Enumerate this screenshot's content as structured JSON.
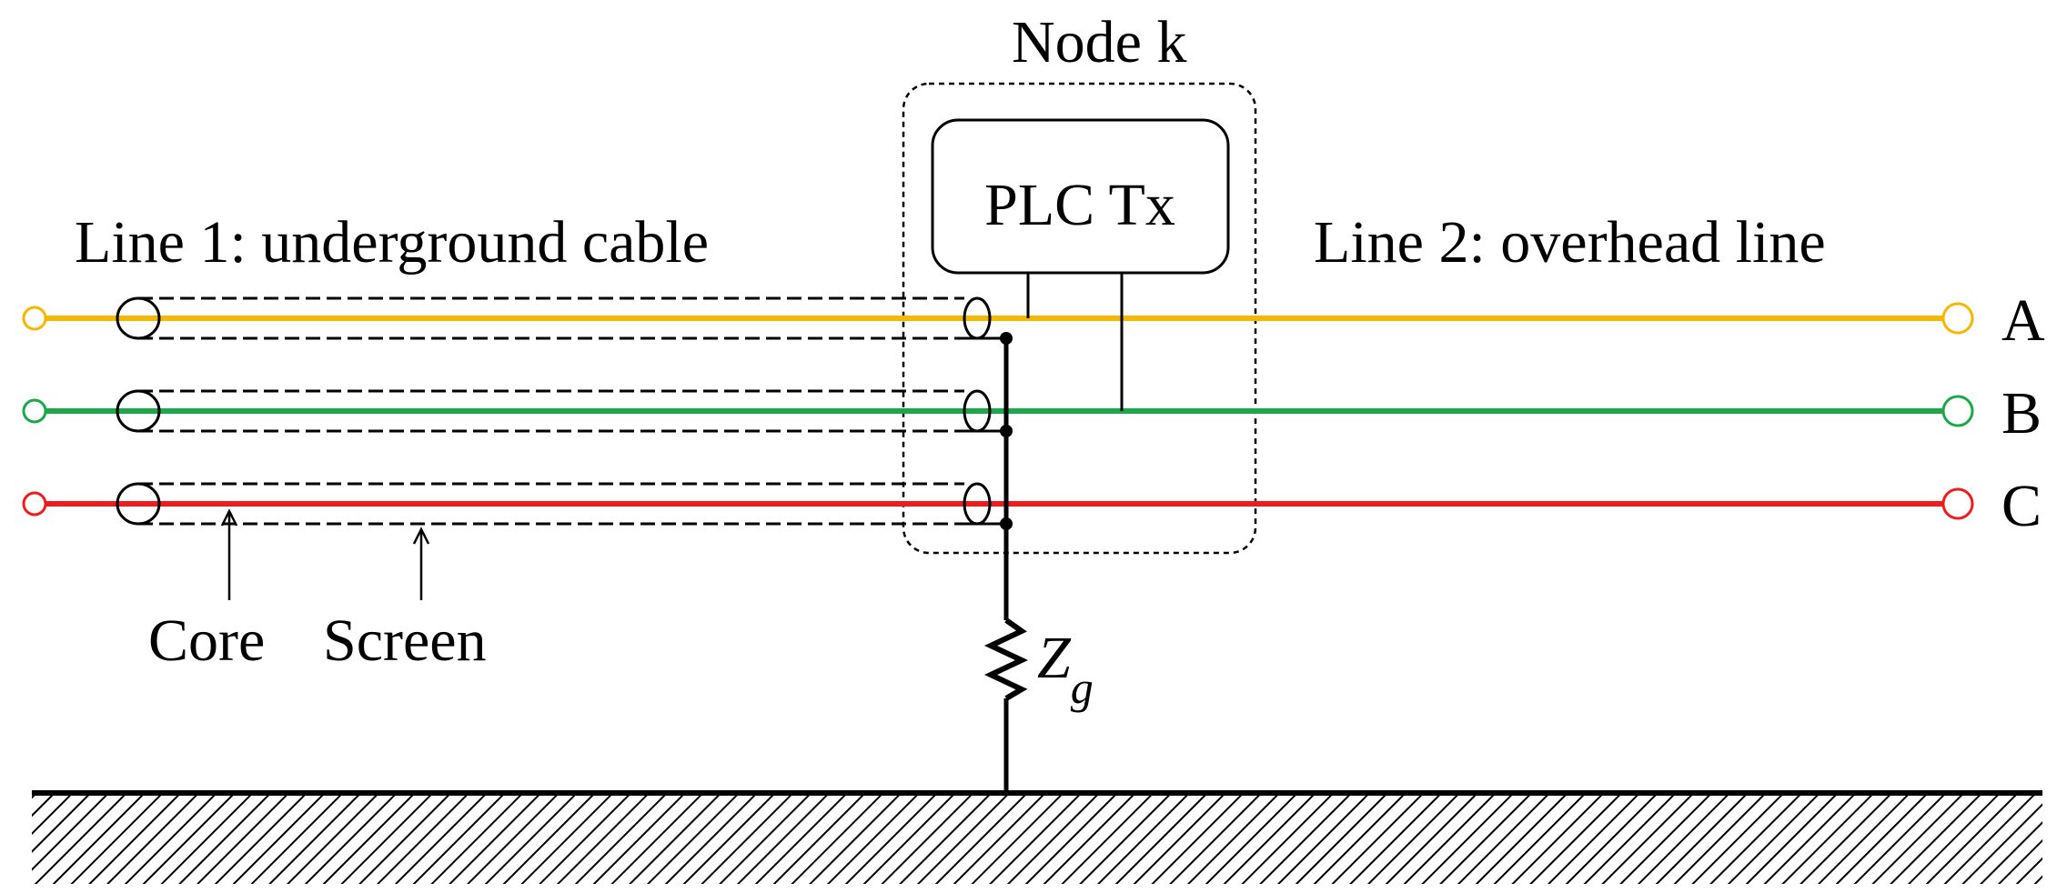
{
  "labels": {
    "node": "Node k",
    "plc": "PLC Tx",
    "line1": "Line 1: underground cable",
    "line2": "Line 2: overhead line",
    "core": "Core",
    "screen": "Screen",
    "impedance_symbol": "Z",
    "impedance_subscript": "g"
  },
  "phases": [
    {
      "name": "A",
      "color": "#f5b800"
    },
    {
      "name": "B",
      "color": "#1aa84a"
    },
    {
      "name": "C",
      "color": "#ee1c1c"
    }
  ]
}
